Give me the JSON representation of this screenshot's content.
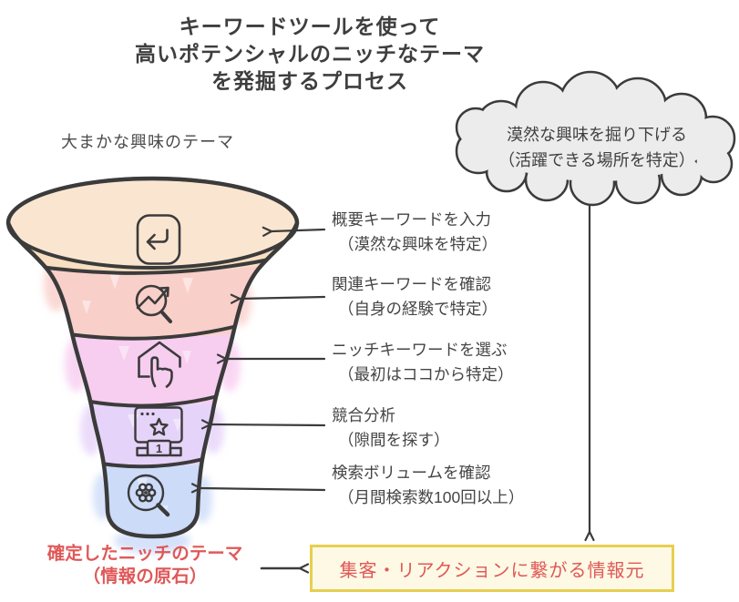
{
  "title": "キーワードツールを使って\n高いポテンシャルのニッチなテーマ\nを発掘するプロセス",
  "funnel": {
    "top_label": "大まかな興味のテーマ",
    "stages": [
      {
        "label": "概要キーワードを入力",
        "sub": "（漠然な興味を特定）",
        "color": "#f8dfc2",
        "icon": "enter-key-icon"
      },
      {
        "label": "関連キーワードを確認",
        "sub": "（自身の経験で特定）",
        "color": "#f9cfca",
        "icon": "trend-search-icon"
      },
      {
        "label": "ニッチキーワードを選ぶ",
        "sub": "（最初はココから特定）",
        "color": "#f7cdf0",
        "icon": "house-select-icon"
      },
      {
        "label": "競合分析",
        "sub": "（隙間を探す）",
        "color": "#e6d3f9",
        "icon": "ranking-window-icon"
      },
      {
        "label": "検索ボリュームを確認",
        "sub": "（月間検索数100回以上）",
        "color": "#ccdbf8",
        "icon": "gear-search-icon"
      }
    ]
  },
  "cloud": {
    "text": "漠然な興味を掘り下げる\n（活躍できる場所を特定）",
    "fill": "#ececec"
  },
  "result": {
    "label": "確定したニッチのテーマ\n（情報の原石）",
    "color": "#e05858"
  },
  "outcome_box": {
    "text": "集客・リアクションに繋がる情報元",
    "text_color": "#e05858",
    "border_color": "#e6cf4f",
    "bg": "#fdf9e4"
  },
  "colors": {
    "outline": "#3b3b3b",
    "title_text": "#3e3e3e",
    "label_text": "#454545"
  }
}
